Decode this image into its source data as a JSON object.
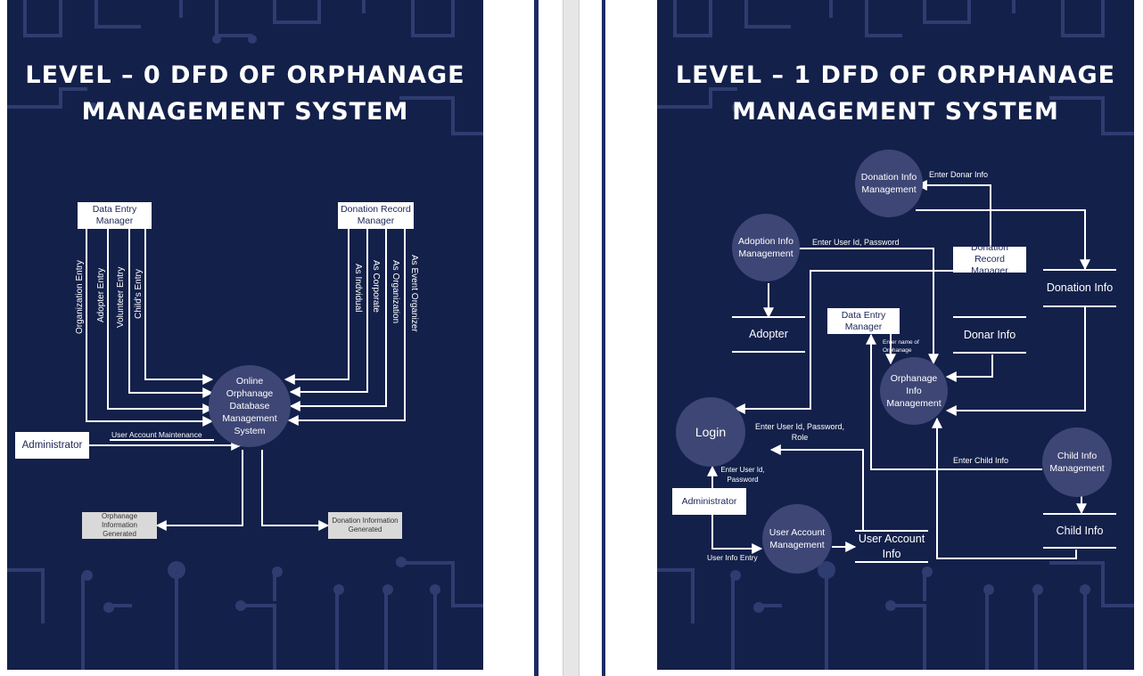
{
  "colors": {
    "background": "#13204a",
    "node": "#3d4675",
    "box": "#ffffff",
    "output_box": "#d9d9d9",
    "circuit": "#2f3c70"
  },
  "level0": {
    "title_line1": "LEVEL – 0 DFD OF ORPHANAGE",
    "title_line2": "MANAGEMENT SYSTEM",
    "data_entry_manager": "Data Entry Manager",
    "donation_record_manager": "Donation Record Manager",
    "administrator": "Administrator",
    "center_process": "Online Orphanage Database Management System",
    "flows_left": [
      "Organization Entry",
      "Adopter Entry",
      "Volunteer Entry",
      "Child's Entry"
    ],
    "flows_right": [
      "As Indvidual",
      "As Corporate",
      "As Organization",
      "As Event Organizer"
    ],
    "admin_flow": "User Account Maintenance",
    "output_orphanage": "Orphanage Information Generated",
    "output_donation": "Donation Information Generated"
  },
  "level1": {
    "title_line1": "LEVEL – 1 DFD OF ORPHANAGE",
    "title_line2": "MANAGEMENT SYSTEM",
    "processes": {
      "donation_info_mgmt": "Donation Info Management",
      "adoption_info_mgmt": "Adoption Info Management",
      "orphanage_info_mgmt": "Orphanage Info Management",
      "login": "Login",
      "child_info_mgmt": "Child Info Management",
      "user_account_mgmt": "User Account Management"
    },
    "entities": {
      "donation_record_manager": "Donation Record Manager",
      "data_entry_manager": "Data Entry Manager",
      "administrator": "Administrator"
    },
    "stores": {
      "donation_info": "Donation Info",
      "adopter": "Adopter",
      "donar_info": "Donar Info",
      "child_info": "Child Info",
      "user_account_info": "User Account Info"
    },
    "flows": {
      "enter_donor_info": "Enter Donar Info",
      "enter_user_id_password": "Enter User Id, Password",
      "enter_name_orphanage": "Enter name of Orphanage",
      "enter_user_id_password_role": "Enter User Id, Password, Role",
      "enter_user_id_password_admin": "Enter User Id, Password",
      "enter_child_info": "Enter Child Info",
      "user_info_entry": "User Info Entry"
    }
  }
}
